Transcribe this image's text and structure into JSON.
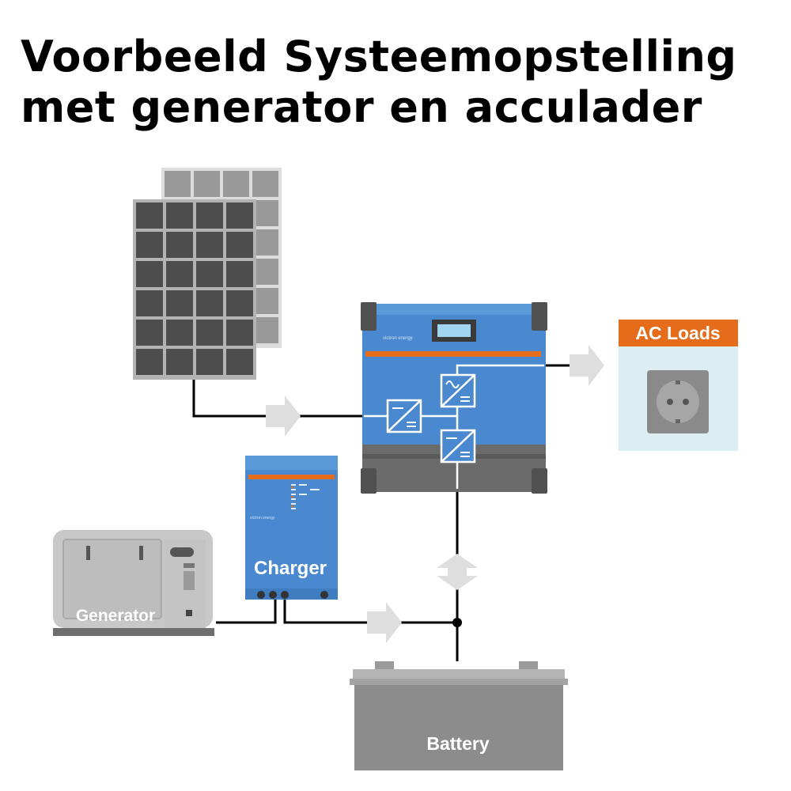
{
  "title": {
    "line1": "Voorbeeld Systeemopstelling",
    "line2": "met generator en acculader"
  },
  "labels": {
    "ac_loads": "AC Loads",
    "charger": "Charger",
    "generator": "Generator",
    "battery": "Battery"
  },
  "colors": {
    "inverter_blue": "#4a89cf",
    "accent_orange": "#e46c1b",
    "panel_dark": "#4d4d4d",
    "panel_light": "#9a9a9a",
    "battery_grey": "#8c8c8c",
    "ac_loads_bg": "#dbeef3",
    "arrow_grey": "#dedede"
  },
  "icons": [
    "solar-panel-icon",
    "inverter-charger-icon",
    "ac-socket-icon",
    "battery-charger-icon",
    "generator-icon",
    "battery-icon",
    "flow-arrow-icon"
  ]
}
